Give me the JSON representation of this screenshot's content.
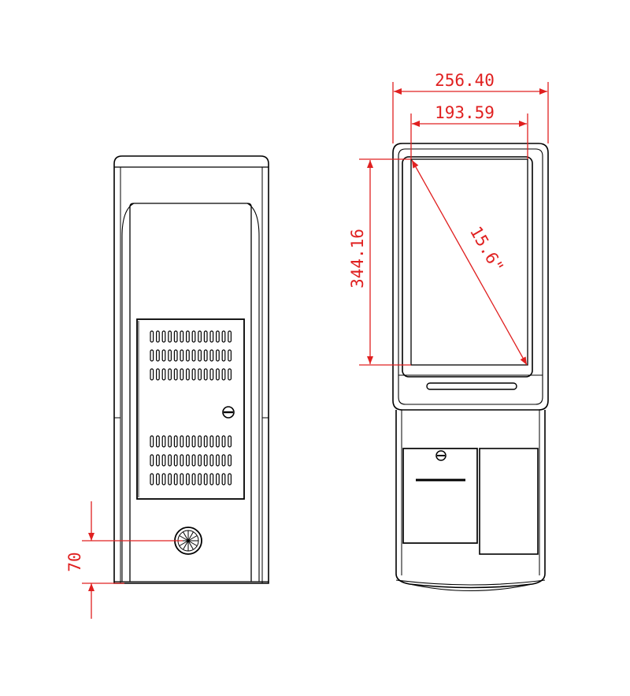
{
  "colors": {
    "outline": "#000000",
    "dimension": "#e02020",
    "background": "#ffffff"
  },
  "dimensions": {
    "overall_width": "256.40",
    "screen_width": "193.59",
    "screen_height": "344.16",
    "screen_diagonal": "15.6\"",
    "base_height": "70"
  }
}
